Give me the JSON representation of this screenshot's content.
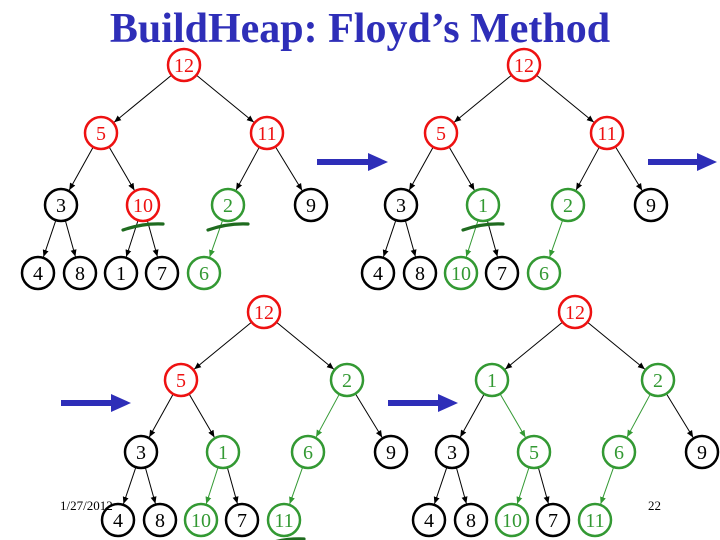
{
  "title": "BuildHeap: Floyd’s Method",
  "footer": {
    "date": "1/27/2012",
    "page": "22"
  },
  "colors": {
    "title": "#2e2eb8",
    "active": "#ee1111",
    "done": "#339933",
    "plain": "#000000",
    "arrow": "#2e2eb8",
    "marker": "#1f6b1f"
  },
  "trees": [
    {
      "name": "step-1",
      "nodes": [
        {
          "value": "12",
          "state": "active"
        },
        {
          "value": "5",
          "state": "active"
        },
        {
          "value": "11",
          "state": "active"
        },
        {
          "value": "3",
          "state": "plain"
        },
        {
          "value": "10",
          "state": "active",
          "marked": true
        },
        {
          "value": "2",
          "state": "done",
          "marked": true
        },
        {
          "value": "9",
          "state": "plain"
        },
        {
          "value": "4",
          "state": "plain"
        },
        {
          "value": "8",
          "state": "plain"
        },
        {
          "value": "1",
          "state": "plain"
        },
        {
          "value": "7",
          "state": "plain"
        },
        {
          "value": "6",
          "state": "done"
        }
      ],
      "green_edges": [
        [
          5,
          11
        ]
      ]
    },
    {
      "name": "step-2",
      "nodes": [
        {
          "value": "12",
          "state": "active"
        },
        {
          "value": "5",
          "state": "active"
        },
        {
          "value": "11",
          "state": "active"
        },
        {
          "value": "3",
          "state": "plain"
        },
        {
          "value": "1",
          "state": "done",
          "marked": true
        },
        {
          "value": "2",
          "state": "done"
        },
        {
          "value": "9",
          "state": "plain"
        },
        {
          "value": "4",
          "state": "plain"
        },
        {
          "value": "8",
          "state": "plain"
        },
        {
          "value": "10",
          "state": "done"
        },
        {
          "value": "7",
          "state": "plain"
        },
        {
          "value": "6",
          "state": "done"
        }
      ],
      "green_edges": [
        [
          4,
          9
        ],
        [
          5,
          11
        ]
      ]
    },
    {
      "name": "step-3",
      "nodes": [
        {
          "value": "12",
          "state": "active"
        },
        {
          "value": "5",
          "state": "active"
        },
        {
          "value": "2",
          "state": "done"
        },
        {
          "value": "3",
          "state": "plain"
        },
        {
          "value": "1",
          "state": "done"
        },
        {
          "value": "6",
          "state": "done"
        },
        {
          "value": "9",
          "state": "plain"
        },
        {
          "value": "4",
          "state": "plain"
        },
        {
          "value": "8",
          "state": "plain"
        },
        {
          "value": "10",
          "state": "done"
        },
        {
          "value": "7",
          "state": "plain"
        },
        {
          "value": "11",
          "state": "done",
          "marked": true
        }
      ],
      "green_edges": [
        [
          2,
          5
        ],
        [
          4,
          9
        ],
        [
          5,
          11
        ]
      ]
    },
    {
      "name": "step-4",
      "nodes": [
        {
          "value": "12",
          "state": "active"
        },
        {
          "value": "1",
          "state": "done"
        },
        {
          "value": "2",
          "state": "done"
        },
        {
          "value": "3",
          "state": "plain"
        },
        {
          "value": "5",
          "state": "done"
        },
        {
          "value": "6",
          "state": "done"
        },
        {
          "value": "9",
          "state": "plain"
        },
        {
          "value": "4",
          "state": "plain"
        },
        {
          "value": "8",
          "state": "plain"
        },
        {
          "value": "10",
          "state": "done"
        },
        {
          "value": "7",
          "state": "plain"
        },
        {
          "value": "11",
          "state": "done"
        }
      ],
      "green_edges": [
        [
          1,
          4
        ],
        [
          2,
          5
        ],
        [
          4,
          9
        ],
        [
          5,
          11
        ]
      ]
    }
  ],
  "arrows": [
    {
      "name": "arrow-step1-to-step2"
    },
    {
      "name": "arrow-step2-to-next"
    },
    {
      "name": "arrow-into-step3"
    },
    {
      "name": "arrow-step3-to-step4"
    }
  ]
}
